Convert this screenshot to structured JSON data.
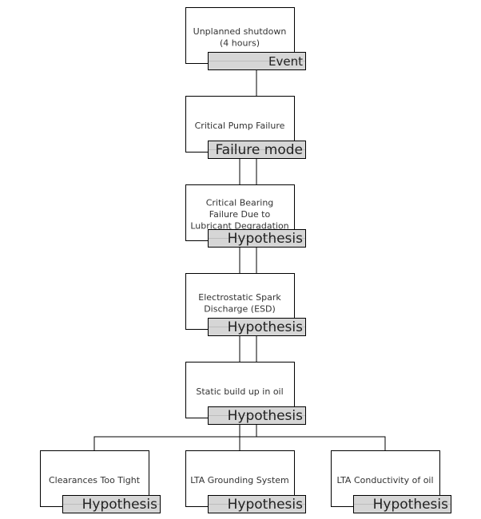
{
  "diagram": {
    "nodes": [
      {
        "id": "n1",
        "lines": [
          "Unplanned shutdown",
          "(4 hours)"
        ],
        "tag": "Event"
      },
      {
        "id": "n2",
        "lines": [
          "Critical Pump Failure"
        ],
        "tag": "Failure mode"
      },
      {
        "id": "n3",
        "lines": [
          "Critical Bearing",
          "Failure Due to",
          "Lubricant Degradation"
        ],
        "tag": "Hypothesis"
      },
      {
        "id": "n4",
        "lines": [
          "Electrostatic Spark",
          "Discharge (ESD)"
        ],
        "tag": "Hypothesis"
      },
      {
        "id": "n5",
        "lines": [
          "Static build up in oil"
        ],
        "tag": "Hypothesis"
      },
      {
        "id": "n6",
        "lines": [
          "Clearances Too Tight"
        ],
        "tag": "Hypothesis"
      },
      {
        "id": "n7",
        "lines": [
          "LTA Grounding System"
        ],
        "tag": "Hypothesis"
      },
      {
        "id": "n8",
        "lines": [
          "LTA Conductivity of oil"
        ],
        "tag": "Hypothesis"
      }
    ],
    "edges": [
      {
        "from": "n1",
        "to": "n2"
      },
      {
        "from": "n2",
        "to": "n3"
      },
      {
        "from": "n3",
        "to": "n4"
      },
      {
        "from": "n4",
        "to": "n5"
      },
      {
        "from": "n5",
        "to": "n6"
      },
      {
        "from": "n5",
        "to": "n7"
      },
      {
        "from": "n5",
        "to": "n8"
      }
    ]
  }
}
